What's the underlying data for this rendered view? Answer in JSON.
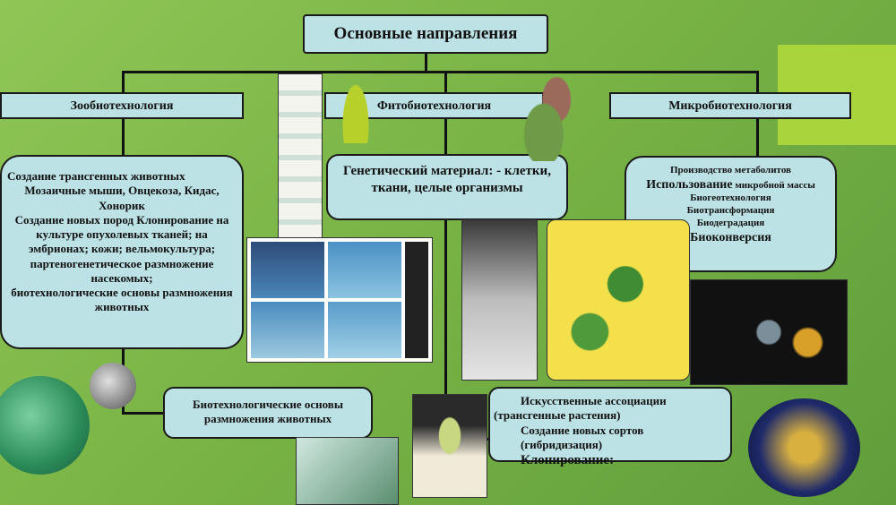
{
  "title": "Основные направления",
  "branches": {
    "zoo": {
      "label": "Зообиотехнология",
      "items": [
        "Создание трансгенных животных",
        "Мозаичные мыши, Овцекоза,  Кидас, Хонорик",
        "Создание новых пород  Клонирование на культуре опухолевых тканей;   на эмбрионах;  кожи;   вельмокультура;",
        "партеногенетическое  размножение насекомых;",
        "биотехнологические основы размножения животных"
      ]
    },
    "phyto": {
      "label": "Фитобиотехнология",
      "items": [
        "Генетический материал: - клетки, ткани, целые организмы"
      ]
    },
    "micro": {
      "label": "Микробиотехнология",
      "items": [
        "Производство метаболитов",
        "Использование",
        "микробной массы",
        "Биогеотехнология",
        "Биотрансформация",
        "Биодеградация",
        "Биоконверсия"
      ]
    }
  },
  "bottom_left": {
    "line1": "Биотехнологические основы",
    "line2": "размножения животных"
  },
  "bottom_right": {
    "items": [
      "Искусственные ассоциации",
      "(трансгенные  растения)",
      "Создание новых  сортов  (гибридизация)",
      "Клонирование:"
    ]
  },
  "colors": {
    "box": "#bde2e6",
    "accent": "#a9d43c"
  }
}
